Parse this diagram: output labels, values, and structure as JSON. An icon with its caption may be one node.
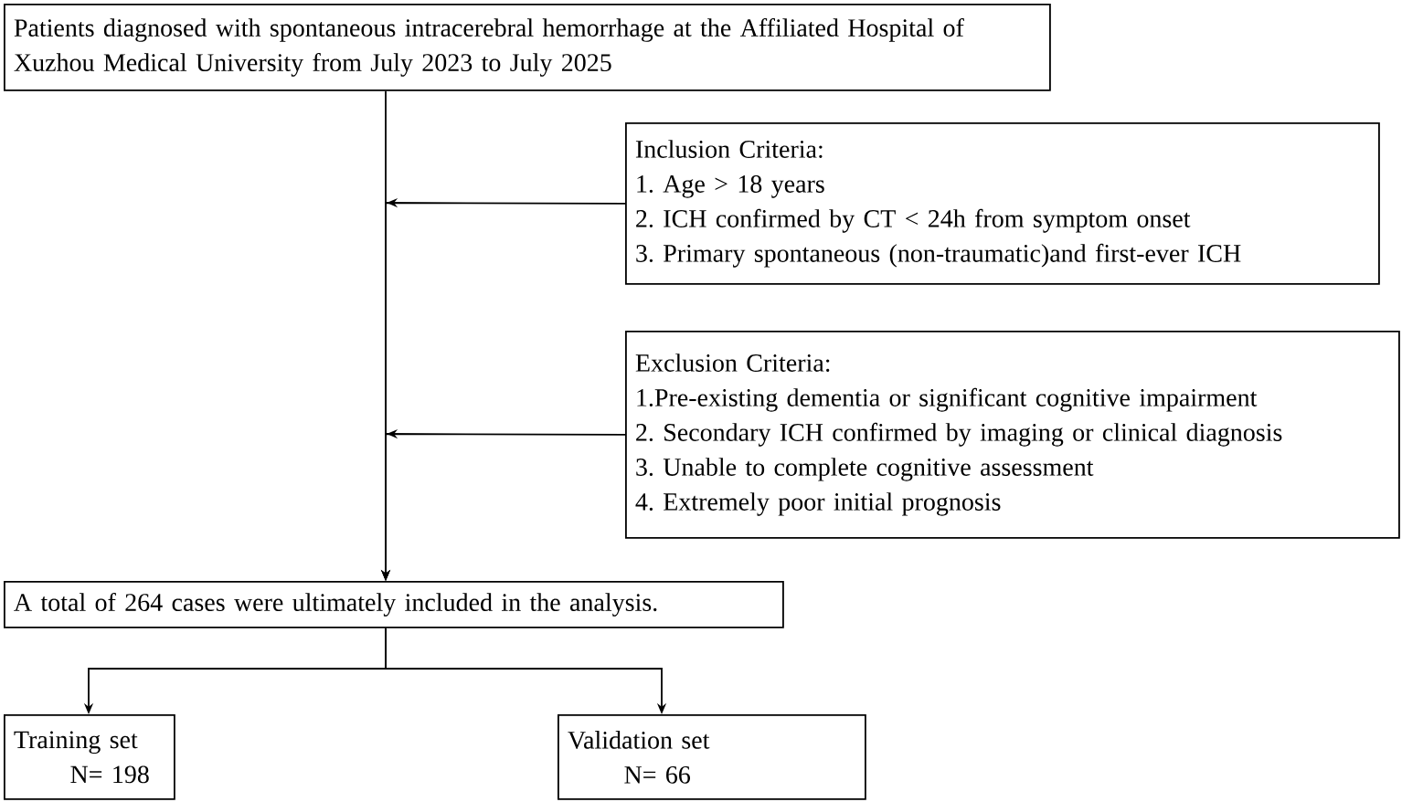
{
  "diagram": {
    "nodes": [
      {
        "text": [
          "Patients diagnosed with spontaneous intracerebral hemorrhage at the Affiliated Hospital of Xuzhou Medical University from July 2023 to July 2025"
        ]
      },
      {
        "text": [
          "Inclusion Criteria:",
          "1. Age > 18 years",
          "2. ICH confirmed by CT < 24h from symptom onset",
          "3. Primary spontaneous (non-traumatic)and first-ever ICH"
        ]
      },
      {
        "text": [
          "Exclusion Criteria:",
          "1.Pre-existing dementia or significant cognitive impairment",
          "2. Secondary ICH confirmed by imaging or clinical diagnosis",
          "3. Unable to complete cognitive assessment",
          "4. Extremely poor initial prognosis"
        ]
      },
      {
        "text": [
          "A total of 264 cases were ultimately included in the analysis."
        ]
      },
      {
        "text": [
          "Training set",
          "N= 198"
        ]
      },
      {
        "text": [
          "Validation set",
          "N= 66"
        ]
      }
    ],
    "edges": [
      {
        "from": 0,
        "to": 3,
        "arrow": "to"
      },
      {
        "from": 1,
        "to": 3,
        "arrow": "to"
      },
      {
        "from": 2,
        "to": 3,
        "arrow": "to"
      },
      {
        "from": 3,
        "to": 4,
        "arrow": "to"
      },
      {
        "from": 3,
        "to": 5,
        "arrow": "to"
      }
    ]
  }
}
